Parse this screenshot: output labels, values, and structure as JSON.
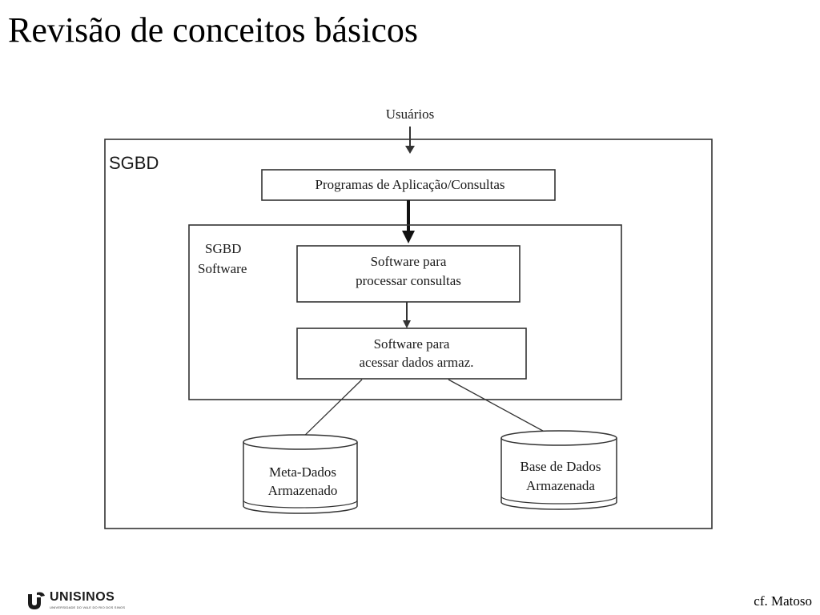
{
  "title": "Revisão de conceitos básicos",
  "diagram": {
    "users_label": "Usuários",
    "outer_label": "SGBD",
    "app_box_label": "Programas de Aplicação/Consultas",
    "inner_label_line1": "SGBD",
    "inner_label_line2": "Software",
    "query_box_line1": "Software para",
    "query_box_line2": "processar consultas",
    "access_box_line1": "Software para",
    "access_box_line2": "acessar dados armaz.",
    "meta_db_line1": "Meta-Dados",
    "meta_db_line2": "Armazenado",
    "data_db_line1": "Base de Dados",
    "data_db_line2": "Armazenada"
  },
  "footer": {
    "logo_name": "UNISINOS",
    "logo_subtitle": "UNIVERSIDADE DO VALE DO RIO DOS SINOS",
    "credit": "cf. Matoso"
  }
}
